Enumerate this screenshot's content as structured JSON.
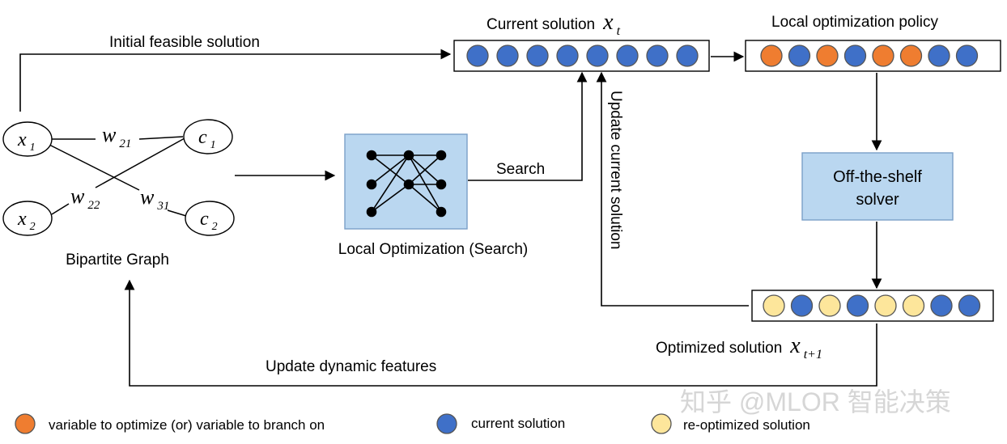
{
  "labels": {
    "initial_feasible": "Initial feasible solution",
    "current_solution_prefix": "Current solution",
    "current_solution_var": "x",
    "current_solution_sub": "t",
    "local_opt_policy": "Local optimization policy",
    "solver_line1": "Off-the-shelf",
    "solver_line2": "solver",
    "search": "Search",
    "update_current": "Update current solution",
    "local_opt_search": "Local Optimization (Search)",
    "bipartite_graph": "Bipartite Graph",
    "optimized_prefix": "Optimized solution",
    "optimized_var": "x",
    "optimized_sub": "t+1",
    "update_dynamic": "Update dynamic features",
    "watermark": "知乎 @MLOR 智能决策"
  },
  "graph": {
    "nodes": [
      {
        "var": "x",
        "sub": "1"
      },
      {
        "var": "c",
        "sub": "1"
      },
      {
        "var": "x",
        "sub": "2"
      },
      {
        "var": "c",
        "sub": "2"
      }
    ],
    "weights": [
      {
        "var": "w",
        "sub": "21"
      },
      {
        "var": "w",
        "sub": "22"
      },
      {
        "var": "w",
        "sub": "31"
      }
    ]
  },
  "arrays": {
    "current": [
      "current",
      "current",
      "current",
      "current",
      "current",
      "current",
      "current",
      "current"
    ],
    "policy": [
      "optimize",
      "current",
      "optimize",
      "current",
      "optimize",
      "optimize",
      "current",
      "current"
    ],
    "optimized": [
      "reopt",
      "current",
      "reopt",
      "current",
      "reopt",
      "reopt",
      "current",
      "current"
    ]
  },
  "legend": [
    {
      "kind": "optimize",
      "label": "variable to optimize (or) variable to branch on"
    },
    {
      "kind": "current",
      "label": "current solution"
    },
    {
      "kind": "reopt",
      "label": "re-optimized solution"
    }
  ],
  "colors": {
    "current": "#3f70c8",
    "optimize": "#ef7d30",
    "reopt": "#fde69b",
    "panel": "#bad7f0",
    "panel_border": "#7a9fc8"
  }
}
